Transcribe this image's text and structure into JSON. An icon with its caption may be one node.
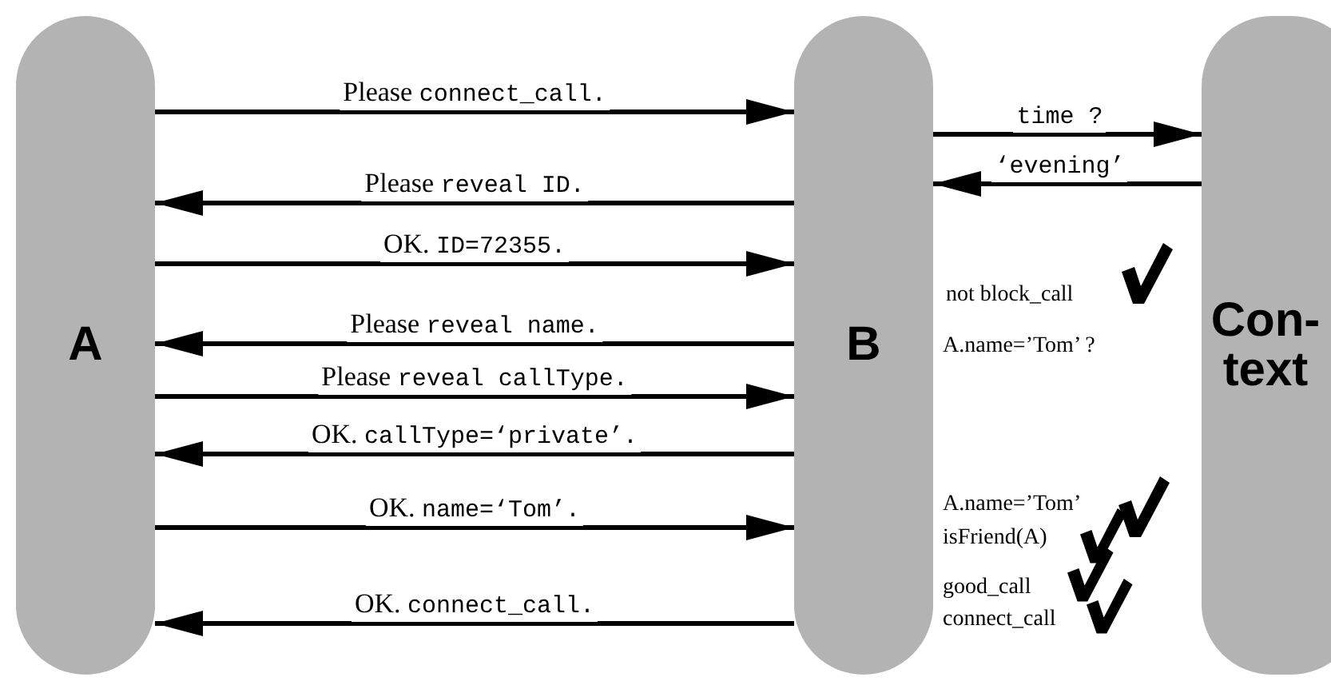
{
  "diagram": {
    "nodes": [
      {
        "text": [
          "A"
        ]
      },
      {
        "text": [
          "B"
        ]
      },
      {
        "text": [
          "Con- text"
        ]
      }
    ],
    "edges": [
      {
        "from": 0,
        "to": 1,
        "arrow": "to",
        "label": "Please connect_call."
      },
      {
        "from": 1,
        "to": 2,
        "arrow": "to",
        "label": "time ?"
      },
      {
        "from": 2,
        "to": 1,
        "arrow": "to",
        "label": "‘evening’"
      },
      {
        "from": 1,
        "to": 0,
        "arrow": "to",
        "label": "Please reveal ID."
      },
      {
        "from": 0,
        "to": 1,
        "arrow": "to",
        "label": "OK. ID=72355."
      },
      {
        "from": 1,
        "to": 0,
        "arrow": "to",
        "label": "Please reveal name."
      },
      {
        "from": 0,
        "to": 1,
        "arrow": "to",
        "label": "Please reveal callType."
      },
      {
        "from": 1,
        "to": 0,
        "arrow": "to",
        "label": "OK. callType=‘private’."
      },
      {
        "from": 0,
        "to": 1,
        "arrow": "to",
        "label": "OK. name=‘Tom’."
      },
      {
        "from": 1,
        "to": 0,
        "arrow": "to",
        "label": "OK. connect_call."
      }
    ],
    "labels": [
      "not block_call",
      "A.name=’Tom’ ?",
      "A.name=’Tom’",
      "isFriend(A)",
      "good_call",
      "connect_call"
    ]
  }
}
